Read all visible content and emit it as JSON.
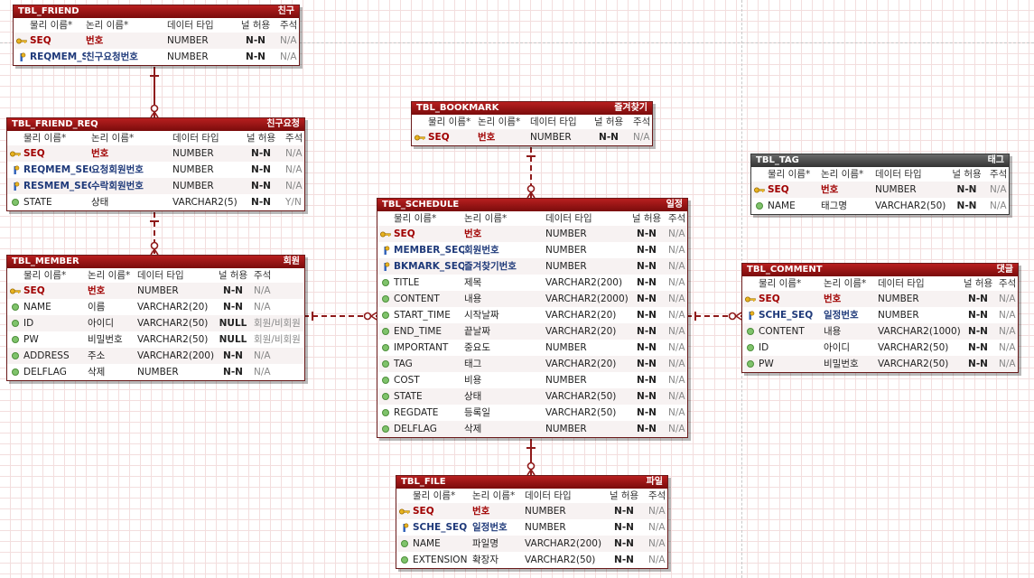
{
  "columns": [
    "물리 이름*",
    "논리 이름*",
    "데이터 타입",
    "널 허용",
    "주석"
  ],
  "entities": [
    {
      "id": "TBL_FRIEND",
      "name": "TBL_FRIEND",
      "label": "친구",
      "rows": [
        [
          "pk",
          "SEQ",
          "번호",
          "NUMBER",
          "N-N",
          "N/A"
        ],
        [
          "fk",
          "REQMEM_SEQ",
          "친구요청번호",
          "NUMBER",
          "N-N",
          "N/A"
        ]
      ]
    },
    {
      "id": "TBL_FRIEND_REQ",
      "name": "TBL_FRIEND_REQ",
      "label": "친구요청",
      "rows": [
        [
          "pk",
          "SEQ",
          "번호",
          "NUMBER",
          "N-N",
          "N/A"
        ],
        [
          "fk",
          "REQMEM_SEQ",
          "요청회원번호",
          "NUMBER",
          "N-N",
          "N/A"
        ],
        [
          "fk",
          "RESMEM_SEQ",
          "수락회원번호",
          "NUMBER",
          "N-N",
          "N/A"
        ],
        [
          "col",
          "STATE",
          "상태",
          "VARCHAR2(5)",
          "N-N",
          "Y/N"
        ]
      ]
    },
    {
      "id": "TBL_MEMBER",
      "name": "TBL_MEMBER",
      "label": "회원",
      "rows": [
        [
          "pk",
          "SEQ",
          "번호",
          "NUMBER",
          "N-N",
          "N/A"
        ],
        [
          "col",
          "NAME",
          "이름",
          "VARCHAR2(20)",
          "N-N",
          "N/A"
        ],
        [
          "col",
          "ID",
          "아이디",
          "VARCHAR2(50)",
          "NULL",
          "회원/비회원"
        ],
        [
          "col",
          "PW",
          "비밀번호",
          "VARCHAR2(50)",
          "NULL",
          "회원/비회원"
        ],
        [
          "col",
          "ADDRESS",
          "주소",
          "VARCHAR2(200)",
          "N-N",
          "N/A"
        ],
        [
          "col",
          "DELFLAG",
          "삭제",
          "NUMBER",
          "N-N",
          "N/A"
        ]
      ]
    },
    {
      "id": "TBL_BOOKMARK",
      "name": "TBL_BOOKMARK",
      "label": "즐겨찾기",
      "rows": [
        [
          "pk",
          "SEQ",
          "번호",
          "NUMBER",
          "N-N",
          "N/A"
        ]
      ]
    },
    {
      "id": "TBL_SCHEDULE",
      "name": "TBL_SCHEDULE",
      "label": "일정",
      "rows": [
        [
          "pk",
          "SEQ",
          "번호",
          "NUMBER",
          "N-N",
          "N/A"
        ],
        [
          "fk",
          "MEMBER_SEQ",
          "회원번호",
          "NUMBER",
          "N-N",
          "N/A"
        ],
        [
          "fk",
          "BKMARK_SEQ",
          "즐겨찾기번호",
          "NUMBER",
          "N-N",
          "N/A"
        ],
        [
          "col",
          "TITLE",
          "제목",
          "VARCHAR2(200)",
          "N-N",
          "N/A"
        ],
        [
          "col",
          "CONTENT",
          "내용",
          "VARCHAR2(2000)",
          "N-N",
          "N/A"
        ],
        [
          "col",
          "START_TIME",
          "시작날짜",
          "VARCHAR2(20)",
          "N-N",
          "N/A"
        ],
        [
          "col",
          "END_TIME",
          "끝날짜",
          "VARCHAR2(20)",
          "N-N",
          "N/A"
        ],
        [
          "col",
          "IMPORTANT",
          "중요도",
          "NUMBER",
          "N-N",
          "N/A"
        ],
        [
          "col",
          "TAG",
          "태그",
          "VARCHAR2(20)",
          "N-N",
          "N/A"
        ],
        [
          "col",
          "COST",
          "비용",
          "NUMBER",
          "N-N",
          "N/A"
        ],
        [
          "col",
          "STATE",
          "상태",
          "VARCHAR2(50)",
          "N-N",
          "N/A"
        ],
        [
          "col",
          "REGDATE",
          "등록일",
          "VARCHAR2(50)",
          "N-N",
          "N/A"
        ],
        [
          "col",
          "DELFLAG",
          "삭제",
          "NUMBER",
          "N-N",
          "N/A"
        ]
      ]
    },
    {
      "id": "TBL_TAG",
      "name": "TBL_TAG",
      "label": "태그",
      "rows": [
        [
          "pk",
          "SEQ",
          "번호",
          "NUMBER",
          "N-N",
          "N/A"
        ],
        [
          "col",
          "NAME",
          "태그명",
          "VARCHAR2(50)",
          "N-N",
          "N/A"
        ]
      ]
    },
    {
      "id": "TBL_COMMENT",
      "name": "TBL_COMMENT",
      "label": "댓글",
      "rows": [
        [
          "pk",
          "SEQ",
          "번호",
          "NUMBER",
          "N-N",
          "N/A"
        ],
        [
          "fk",
          "SCHE_SEQ",
          "일정번호",
          "NUMBER",
          "N-N",
          "N/A"
        ],
        [
          "col",
          "CONTENT",
          "내용",
          "VARCHAR2(1000)",
          "N-N",
          "N/A"
        ],
        [
          "col",
          "ID",
          "아이디",
          "VARCHAR2(50)",
          "N-N",
          "N/A"
        ],
        [
          "col",
          "PW",
          "비밀번호",
          "VARCHAR2(50)",
          "N-N",
          "N/A"
        ]
      ]
    },
    {
      "id": "TBL_FILE",
      "name": "TBL_FILE",
      "label": "파일",
      "rows": [
        [
          "pk",
          "SEQ",
          "번호",
          "NUMBER",
          "N-N",
          "N/A"
        ],
        [
          "fk",
          "SCHE_SEQ",
          "일정번호",
          "NUMBER",
          "N-N",
          "N/A"
        ],
        [
          "col",
          "NAME",
          "파일명",
          "VARCHAR2(200)",
          "N-N",
          "N/A"
        ],
        [
          "col",
          "EXTENSION",
          "확장자",
          "VARCHAR2(50)",
          "N-N",
          "N/A"
        ]
      ]
    }
  ],
  "relationships": [
    {
      "from": "TBL_FRIEND",
      "to": "TBL_FRIEND_REQ",
      "kind": "identifying"
    },
    {
      "from": "TBL_FRIEND_REQ",
      "to": "TBL_MEMBER",
      "kind": "non-identifying"
    },
    {
      "from": "TBL_MEMBER",
      "to": "TBL_SCHEDULE",
      "kind": "non-identifying"
    },
    {
      "from": "TBL_BOOKMARK",
      "to": "TBL_SCHEDULE",
      "kind": "non-identifying"
    },
    {
      "from": "TBL_SCHEDULE",
      "to": "TBL_COMMENT",
      "kind": "non-identifying"
    },
    {
      "from": "TBL_SCHEDULE",
      "to": "TBL_FILE",
      "kind": "identifying"
    }
  ]
}
